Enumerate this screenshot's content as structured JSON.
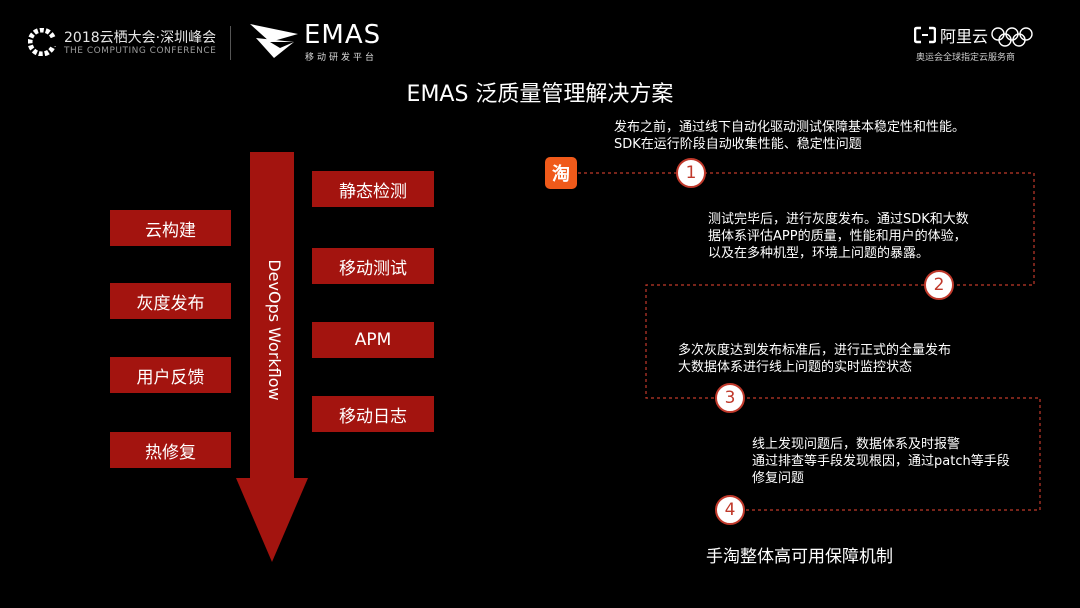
{
  "header": {
    "conference_title": "2018云栖大会·深圳峰会",
    "conference_subtitle": "THE COMPUTING CONFERENCE",
    "emas_name": "EMAS",
    "emas_subtitle": "移动研发平台",
    "aliyun_name": "阿里云",
    "aliyun_subtitle": "奥运会全球指定云服务商",
    "icons": [
      "conference-logo-icon",
      "emas-logo-icon",
      "aliyun-logo-icon",
      "olympic-rings-icon"
    ]
  },
  "title": "EMAS 泛质量管理解决方案",
  "left_items": [
    "云构建",
    "灰度发布",
    "用户反馈",
    "热修复"
  ],
  "arrow_label": "DevOps Workflow",
  "right_items": [
    "静态检测",
    "移动测试",
    "APM",
    "移动日志"
  ],
  "flow": {
    "start_icon_glyph": "淘",
    "steps": [
      {
        "number": "1",
        "lines": [
          "发布之前，通过线下自动化驱动测试保障基本稳定性和性能。",
          "SDK在运行阶段自动收集性能、稳定性问题"
        ]
      },
      {
        "number": "2",
        "lines": [
          "测试完毕后，进行灰度发布。通过SDK和大数",
          "据体系评估APP的质量，性能和用户的体验，",
          "以及在多种机型，环境上问题的暴露。"
        ]
      },
      {
        "number": "3",
        "lines": [
          "多次灰度达到发布标准后，进行正式的全量发布",
          "大数据体系进行线上问题的实时监控状态"
        ]
      },
      {
        "number": "4",
        "lines": [
          "线上发现问题后，数据体系及时报警",
          "通过排查等手段发现根因，通过patch等手段",
          "修复问题"
        ]
      }
    ],
    "caption": "手淘整体高可用保障机制"
  },
  "colors": {
    "accent": "#a3140f",
    "dash": "#c0392b",
    "background": "#000000"
  }
}
